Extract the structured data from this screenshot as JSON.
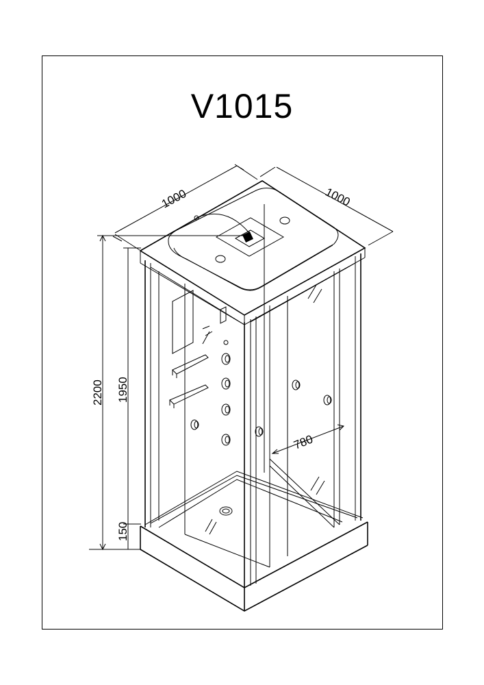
{
  "title": "V1015",
  "dimensions": {
    "width_left": "1000",
    "width_right": "1000",
    "total_height": "2200",
    "cabin_height": "1950",
    "tray_height": "150",
    "door_opening": "780"
  },
  "colors": {
    "line": "#000000",
    "background": "#ffffff"
  }
}
